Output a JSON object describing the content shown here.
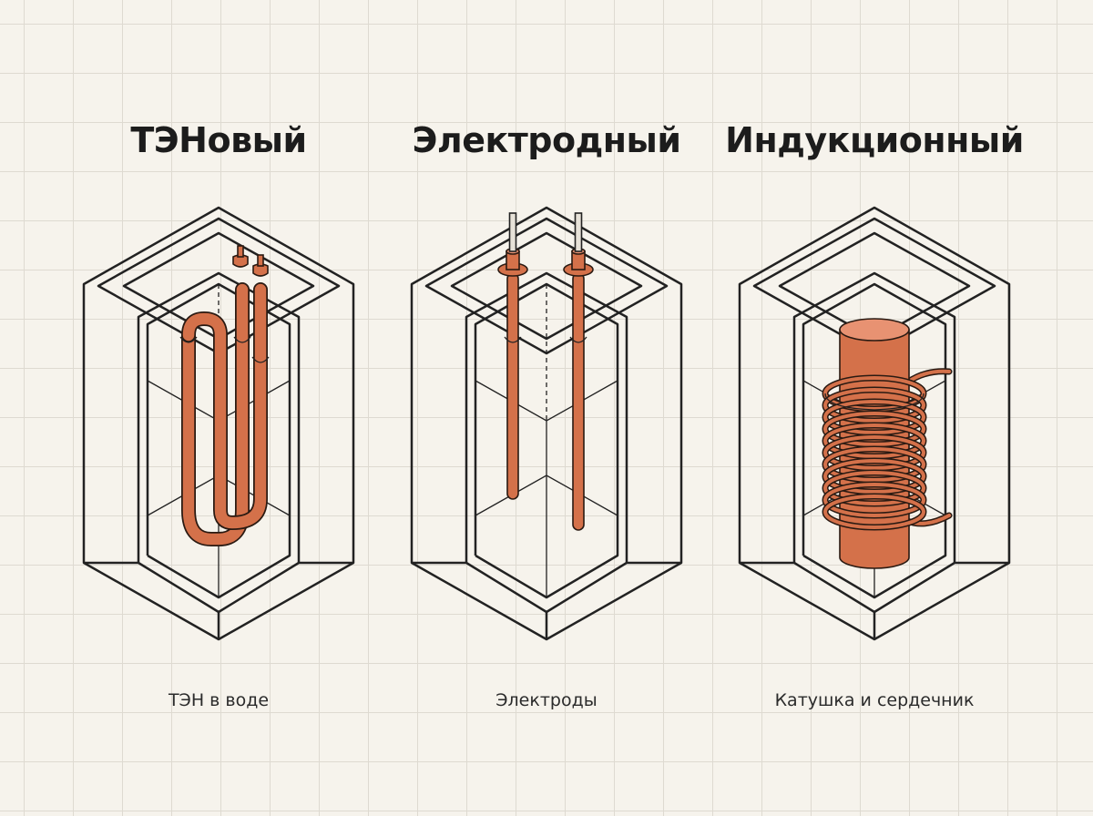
{
  "panels": [
    {
      "title": "ТЭНовый",
      "caption": "ТЭН в воде"
    },
    {
      "title": "Электродный",
      "caption": "Электроды"
    },
    {
      "title": "Индукционный",
      "caption": "Катушка и сердечник"
    }
  ],
  "colors": {
    "background": "#f6f3ec",
    "grid": "#dedad1",
    "line": "#222222",
    "copper": "#d4714a",
    "copper_highlight": "#e89272"
  },
  "icons": [
    "tubular-heater-icon",
    "electrode-pair-icon",
    "induction-coil-icon"
  ]
}
